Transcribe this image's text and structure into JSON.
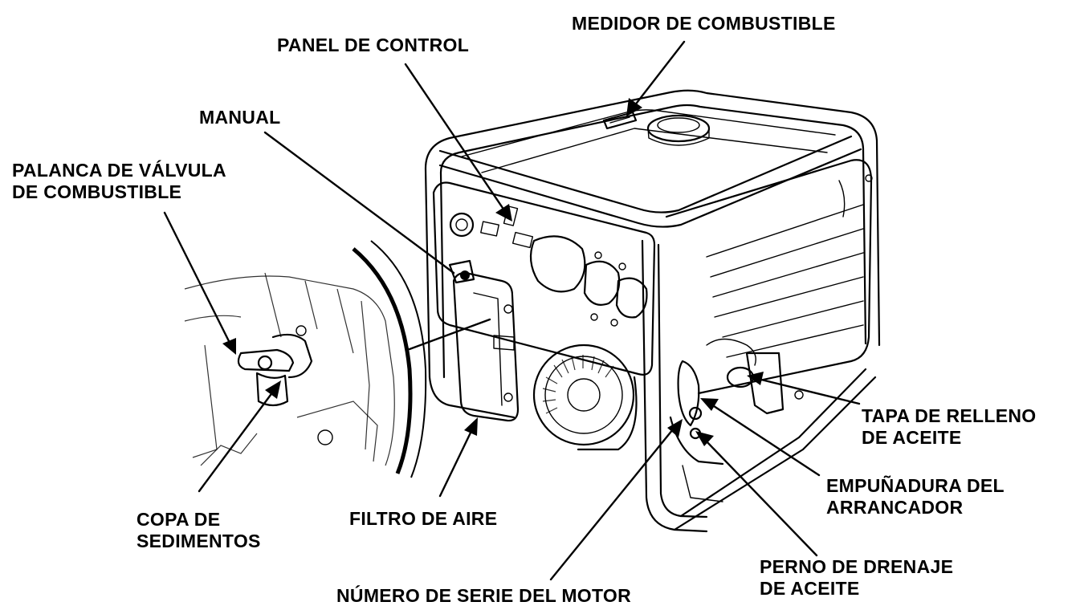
{
  "labels": {
    "fuel_gauge": "MEDIDOR DE COMBUSTIBLE",
    "control_panel": "PANEL DE CONTROL",
    "manual": "MANUAL",
    "fuel_valve_lever": [
      "PALANCA DE VÁLVULA",
      "DE COMBUSTIBLE"
    ],
    "sediment_cup": [
      "COPA DE",
      "SEDIMENTOS"
    ],
    "air_filter": "FILTRO DE AIRE",
    "engine_serial_number": "NÚMERO DE SERIE DEL MOTOR",
    "oil_drain_bolt": [
      "PERNO DE DRENAJE",
      "DE ACEITE"
    ],
    "starter_grip": [
      "EMPUÑADURA DEL",
      "ARRANCADOR"
    ],
    "oil_filler_cap": [
      "TAPA DE RELLENO",
      "DE ACEITE"
    ]
  }
}
